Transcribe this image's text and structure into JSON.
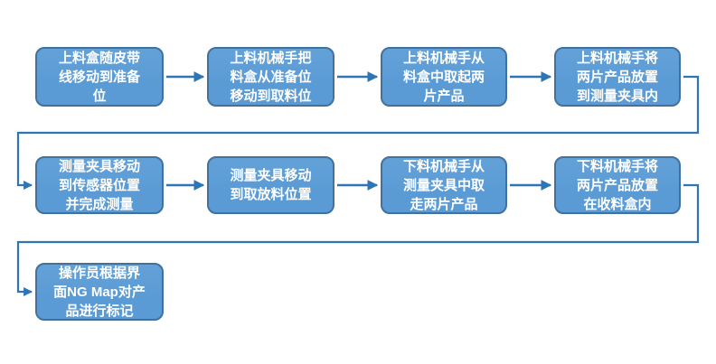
{
  "diagram": {
    "type": "flowchart",
    "title": "",
    "boxes": [
      {
        "id": "step-1",
        "row": 1,
        "label": "上料盒随皮带\n线移动到准备\n位"
      },
      {
        "id": "step-2",
        "row": 1,
        "label": "上料机械手把\n料盒从准备位\n移动到取料位"
      },
      {
        "id": "step-3",
        "row": 1,
        "label": "上料机械手从\n料盒中取起两\n片产品"
      },
      {
        "id": "step-4",
        "row": 1,
        "label": "上料机械手将\n两片产品放置\n到测量夹具内"
      },
      {
        "id": "step-5",
        "row": 2,
        "label": "测量夹具移动\n到传感器位置\n并完成测量"
      },
      {
        "id": "step-6",
        "row": 2,
        "label": "测量夹具移动\n到取放料位置"
      },
      {
        "id": "step-7",
        "row": 2,
        "label": "下料机械手从\n测量夹具中取\n走两片产品"
      },
      {
        "id": "step-8",
        "row": 2,
        "label": "下料机械手将\n两片产品放置\n在收料盒内"
      },
      {
        "id": "step-9",
        "row": 3,
        "label": "操作员根据界\n面NG Map对产\n品进行标记"
      }
    ],
    "edges": [
      {
        "from": "step-1",
        "to": "step-2"
      },
      {
        "from": "step-2",
        "to": "step-3"
      },
      {
        "from": "step-3",
        "to": "step-4"
      },
      {
        "from": "step-4",
        "to": "step-5"
      },
      {
        "from": "step-5",
        "to": "step-6"
      },
      {
        "from": "step-6",
        "to": "step-7"
      },
      {
        "from": "step-7",
        "to": "step-8"
      },
      {
        "from": "step-8",
        "to": "step-9"
      }
    ],
    "colors": {
      "box_fill": "#5B9BD5",
      "box_border": "#41719C",
      "connector": "#2E75B6",
      "text": "#FFFFFF",
      "background": "#FFFFFF"
    }
  }
}
